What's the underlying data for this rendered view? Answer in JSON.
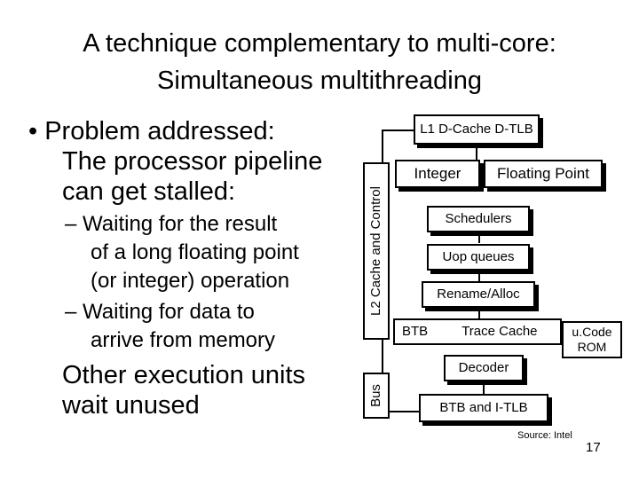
{
  "title": {
    "line1": "A technique complementary to multi-core:",
    "line2": "Simultaneous multithreading"
  },
  "bullets": {
    "problem_line1": "• Problem addressed:",
    "problem_line2": "The processor pipeline",
    "problem_line3": "can get stalled:",
    "sub1_line1": "– Waiting for the result",
    "sub1_line2": "of a long floating point",
    "sub1_line3": "(or integer) operation",
    "sub2_line1": "– Waiting for data to",
    "sub2_line2": "arrive from memory",
    "other_line1": "Other execution units",
    "other_line2": "wait unused"
  },
  "diagram": {
    "l2_cache": "L2 Cache and Control",
    "bus": "Bus",
    "l1": "L1 D-Cache D-TLB",
    "integer": "Integer",
    "floating_point": "Floating Point",
    "schedulers": "Schedulers",
    "uop_queues": "Uop queues",
    "rename": "Rename/Alloc",
    "btb": "BTB",
    "trace_cache": "Trace Cache",
    "ucode_line1": "u.Code",
    "ucode_line2": "ROM",
    "decoder": "Decoder",
    "btb_itlb": "BTB and I-TLB"
  },
  "footer": {
    "source": "Source: Intel",
    "page_number": "17"
  }
}
